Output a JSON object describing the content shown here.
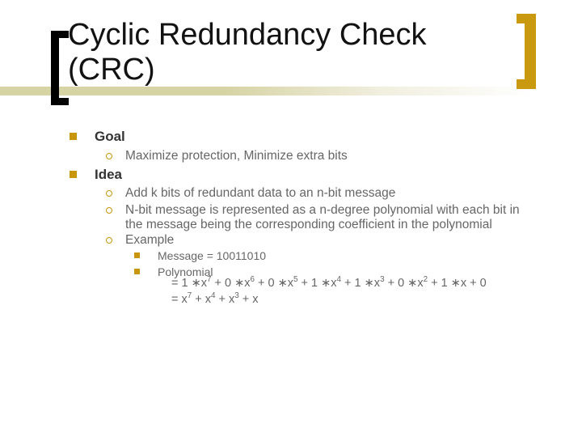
{
  "slide": {
    "title": "Cyclic Redundancy Check (CRC)",
    "items": [
      {
        "level": 1,
        "bullet": "filled-square",
        "text": "Goal"
      },
      {
        "level": 2,
        "bullet": "open-circle",
        "text": "Maximize protection, Minimize extra bits"
      },
      {
        "level": 1,
        "bullet": "filled-square",
        "text": "Idea"
      },
      {
        "level": 2,
        "bullet": "open-circle",
        "text": "Add k bits of redundant data to an n-bit message"
      },
      {
        "level": 2,
        "bullet": "open-circle",
        "text": "N-bit message is represented as a n-degree polynomial with each bit in the message being the corresponding coefficient in the polynomial"
      },
      {
        "level": 2,
        "bullet": "open-circle",
        "text": "Example"
      },
      {
        "level": 3,
        "bullet": "filled-square",
        "text": "Message = 10011010"
      },
      {
        "level": 3,
        "bullet": "filled-square",
        "text": "Polynomial"
      }
    ],
    "equations": {
      "line1": [
        [
          "= 1 ∗x",
          "7"
        ],
        [
          " + 0 ∗x",
          "6"
        ],
        [
          " + 0 ∗x",
          "5"
        ],
        [
          " + 1 ∗x",
          "4"
        ],
        [
          " + 1 ∗x",
          "3"
        ],
        [
          " + 0 ∗x",
          "2"
        ],
        [
          " + 1 ∗x",
          ""
        ],
        [
          " + 0",
          ""
        ]
      ],
      "line2": [
        [
          "= x",
          "7"
        ],
        [
          " + x",
          "4"
        ],
        [
          " + x",
          "3"
        ],
        [
          " + x",
          ""
        ]
      ]
    },
    "icons": {
      "level1_bullet": "square-bullet-icon",
      "level2_bullet": "circle-bullet-icon",
      "level3_bullet": "square-bullet-icon",
      "left_decoration": "left-bracket-icon",
      "right_decoration": "right-bracket-icon"
    },
    "colors": {
      "background": "#FFFFFF",
      "accent_gold": "#C8960C",
      "bracket_gold": "#C9990F",
      "bracket_black": "#000000",
      "bar_olive": "#D6D3A4",
      "title_text": "#121212",
      "heading_text": "#333333",
      "body_text": "#666666"
    }
  }
}
